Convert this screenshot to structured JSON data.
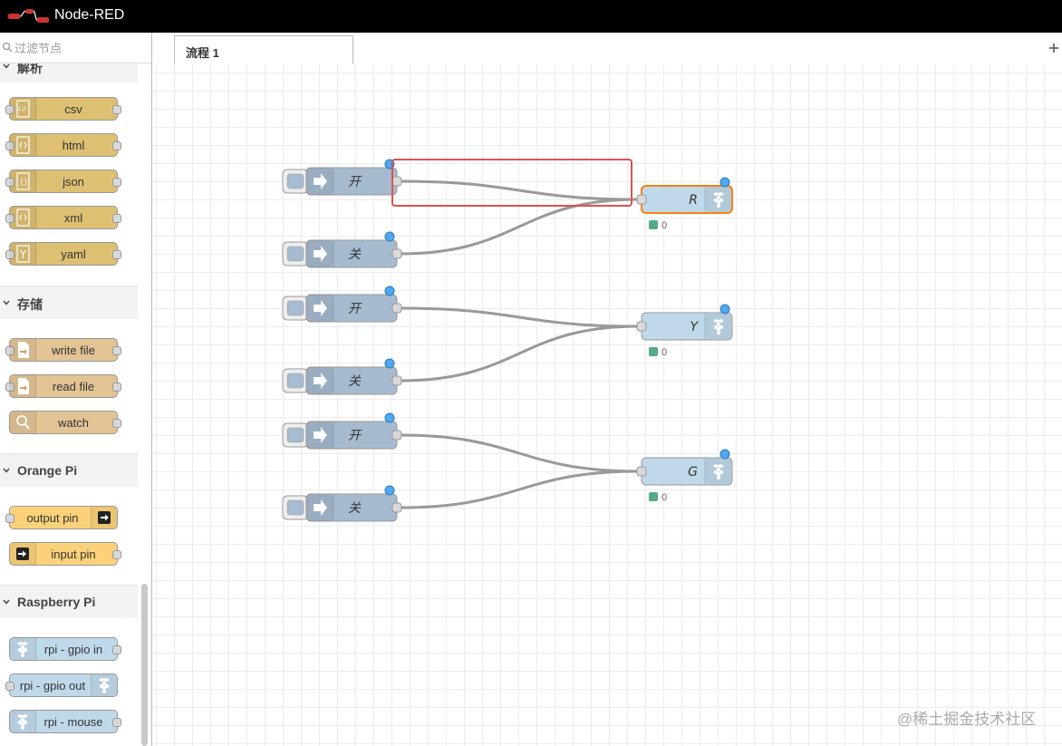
{
  "header": {
    "title": "Node-RED",
    "logo_icon": "node-red-logo-icon"
  },
  "palette": {
    "filter_placeholder": "过滤节点",
    "categories": [
      {
        "label": "解析",
        "nodes": [
          {
            "label": "csv",
            "icon": "csv-icon"
          },
          {
            "label": "html",
            "icon": "code-icon"
          },
          {
            "label": "json",
            "icon": "braces-icon"
          },
          {
            "label": "xml",
            "icon": "code-icon"
          },
          {
            "label": "yaml",
            "icon": "yaml-icon"
          }
        ]
      },
      {
        "label": "存储",
        "nodes": [
          {
            "label": "write file",
            "icon": "file-out-icon"
          },
          {
            "label": "read file",
            "icon": "file-in-icon"
          },
          {
            "label": "watch",
            "icon": "magnifier-icon"
          }
        ]
      },
      {
        "label": "Orange Pi",
        "nodes": [
          {
            "label": "output pin",
            "icon": "sign-out-icon"
          },
          {
            "label": "input pin",
            "icon": "sign-in-icon"
          }
        ]
      },
      {
        "label": "Raspberry Pi",
        "nodes": [
          {
            "label": "rpi - gpio in",
            "icon": "raspberry-icon"
          },
          {
            "label": "rpi - gpio out",
            "icon": "raspberry-icon"
          },
          {
            "label": "rpi - mouse",
            "icon": "raspberry-icon"
          }
        ]
      }
    ],
    "colors": {
      "parser": "#dec073",
      "storage": "#e2c394",
      "orange_pi": "#fbd279",
      "raspberry_pi": "#c0d9ea"
    }
  },
  "workspace": {
    "tab_label": "流程 1",
    "add_tab_icon": "plus-icon",
    "inject_nodes": [
      {
        "label": "开"
      },
      {
        "label": "关"
      },
      {
        "label": "开"
      },
      {
        "label": "关"
      },
      {
        "label": "开"
      },
      {
        "label": "关"
      }
    ],
    "gpio_nodes": [
      {
        "label": "R",
        "status": "0",
        "selected": true
      },
      {
        "label": "Y",
        "status": "0",
        "selected": false
      },
      {
        "label": "G",
        "status": "0",
        "selected": false
      }
    ],
    "colors": {
      "inject": "#a6bbcf",
      "gpio": "#c0d9ea",
      "link": "#999999",
      "selection": "#ff7f0e",
      "highlight_box": "#d9534f",
      "changed_dot": "#4fa8f0",
      "status_dot": "#5a8"
    }
  },
  "watermark": "@稀土掘金技术社区"
}
